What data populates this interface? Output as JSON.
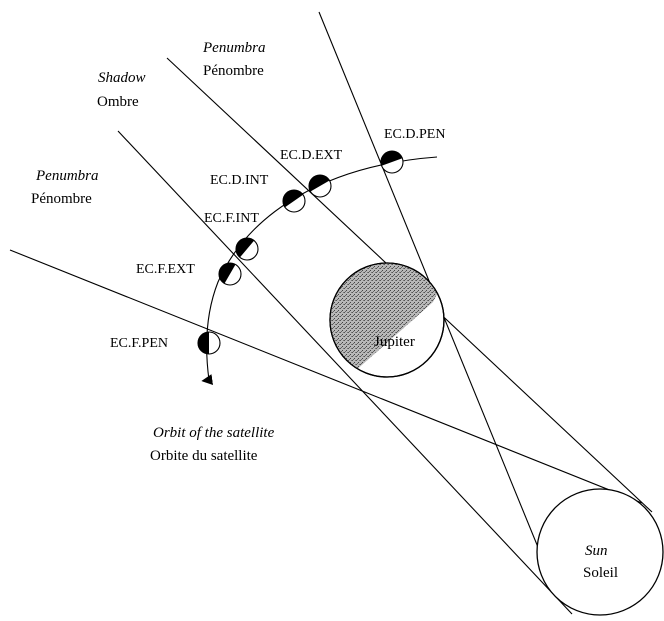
{
  "regions": {
    "outer_penumbra_top": {
      "en": "Penumbra",
      "fr": "Pénombre"
    },
    "shadow": {
      "en": "Shadow",
      "fr": "Ombre"
    },
    "outer_penumbra_left": {
      "en": "Penumbra",
      "fr": "Pénombre"
    }
  },
  "orbit": {
    "en": "Orbit of the satellite",
    "fr": "Orbite du satellite"
  },
  "bodies": {
    "jupiter": "Jupiter",
    "sun_en": "Sun",
    "sun_fr": "Soleil"
  },
  "events": [
    {
      "id": "pen_top",
      "label": "EC.D.PEN"
    },
    {
      "id": "ext_top",
      "label": "EC.D.EXT"
    },
    {
      "id": "int_top",
      "label": "EC.D.INT"
    },
    {
      "id": "int_bot",
      "label": "EC.F.INT"
    },
    {
      "id": "ext_bot",
      "label": "EC.F.EXT"
    },
    {
      "id": "pen_bot",
      "label": "EC.F.PEN"
    }
  ],
  "colors": {
    "ink": "#000000",
    "paper": "#ffffff",
    "jupiter_fill": "#9a9a9a"
  }
}
